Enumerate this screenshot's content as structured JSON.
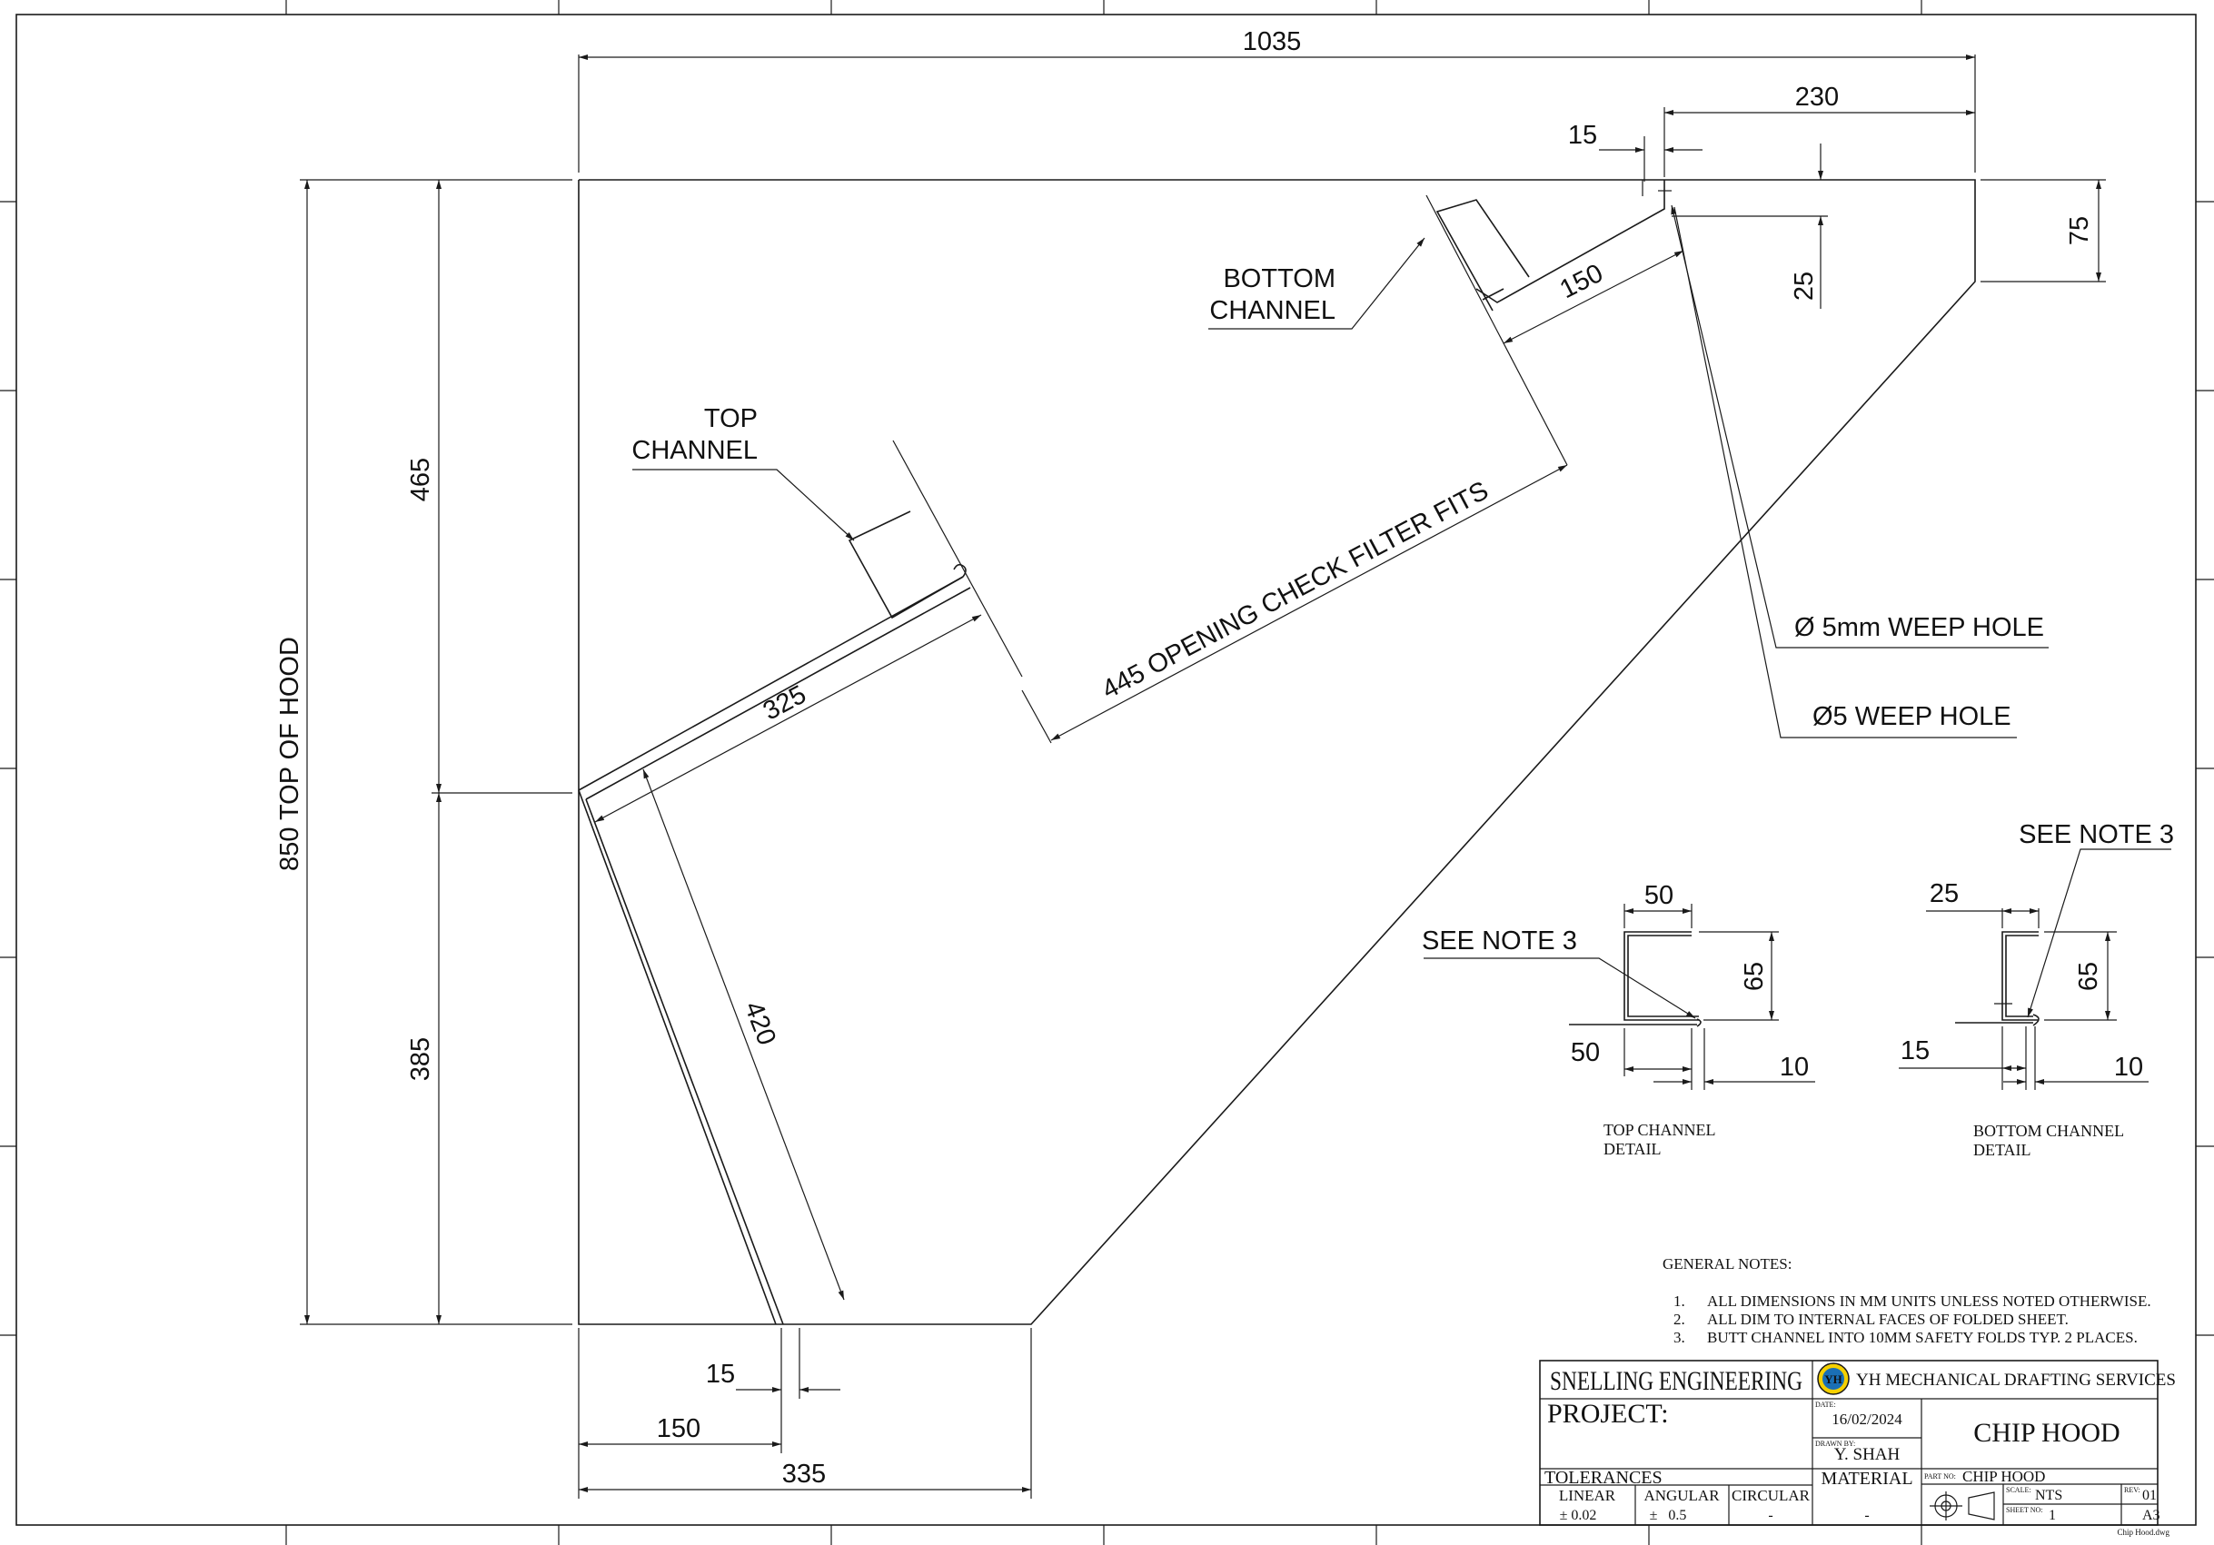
{
  "dimensions": {
    "overall_width": "1035",
    "top_right_230": "230",
    "top_right_15": "15",
    "right_75": "75",
    "right_25": "25",
    "height_850": "850 TOP OF HOOD",
    "upper_465": "465",
    "lower_385": "385",
    "slope_325": "325",
    "slope_420": "420",
    "bottom_150": "150",
    "opening": "445 OPENING CHECK FILTER FITS",
    "bottom_15": "15",
    "bottom_150b": "150",
    "bottom_335": "335"
  },
  "labels": {
    "top_channel_1": "TOP",
    "top_channel_2": "CHANNEL",
    "bottom_channel_1": "BOTTOM",
    "bottom_channel_2": "CHANNEL",
    "weep_hole_1": "Ø 5mm WEEP HOLE",
    "weep_hole_2": "Ø5 WEEP HOLE"
  },
  "top_channel_detail": {
    "dim_50_top": "50",
    "dim_65": "65",
    "dim_50_bottom": "50",
    "dim_10": "10",
    "note": "SEE NOTE 3",
    "caption_1": "TOP CHANNEL",
    "caption_2": "DETAIL"
  },
  "bottom_channel_detail": {
    "dim_25": "25",
    "dim_65": "65",
    "dim_15": "15",
    "dim_10": "10",
    "note": "SEE NOTE 3",
    "caption_1": "BOTTOM CHANNEL",
    "caption_2": "DETAIL"
  },
  "general_notes": {
    "heading": "GENERAL NOTES:",
    "items": [
      {
        "num": "1.",
        "text": "ALL DIMENSIONS IN MM UNITS UNLESS NOTED OTHERWISE."
      },
      {
        "num": "2.",
        "text": "ALL DIM TO INTERNAL FACES OF FOLDED SHEET."
      },
      {
        "num": "3.",
        "text": "BUTT CHANNEL INTO 10MM SAFETY FOLDS TYP. 2 PLACES."
      }
    ]
  },
  "title_block": {
    "company": "SNELLING ENGINEERING",
    "logo_text": "YH",
    "drafting_services": "YH MECHANICAL DRAFTING SERVICES",
    "project_label": "PROJECT:",
    "date_label": "DATE:",
    "date": "16/02/2024",
    "drawn_by_label": "DRAWN BY:",
    "drawn_by": "Y. SHAH",
    "title": "CHIP HOOD",
    "tolerances_label": "TOLERANCES",
    "linear_label": "LINEAR",
    "linear_value": "± 0.02",
    "angular_label": "ANGULAR",
    "angular_value": "±   0.5",
    "circular_label": "CIRCULAR",
    "circular_value": "-",
    "material_label": "MATERIAL",
    "material_value": "-",
    "part_no_label": "PART NO:",
    "part_no": "CHIP HOOD",
    "scale_label": "SCALE:",
    "scale": "NTS",
    "rev_label": "REV:",
    "rev": "01",
    "sheet_no_label": "SHEET NO:",
    "sheet_no": "1",
    "size": "A3",
    "filename": "Chip Hood.dwg"
  }
}
